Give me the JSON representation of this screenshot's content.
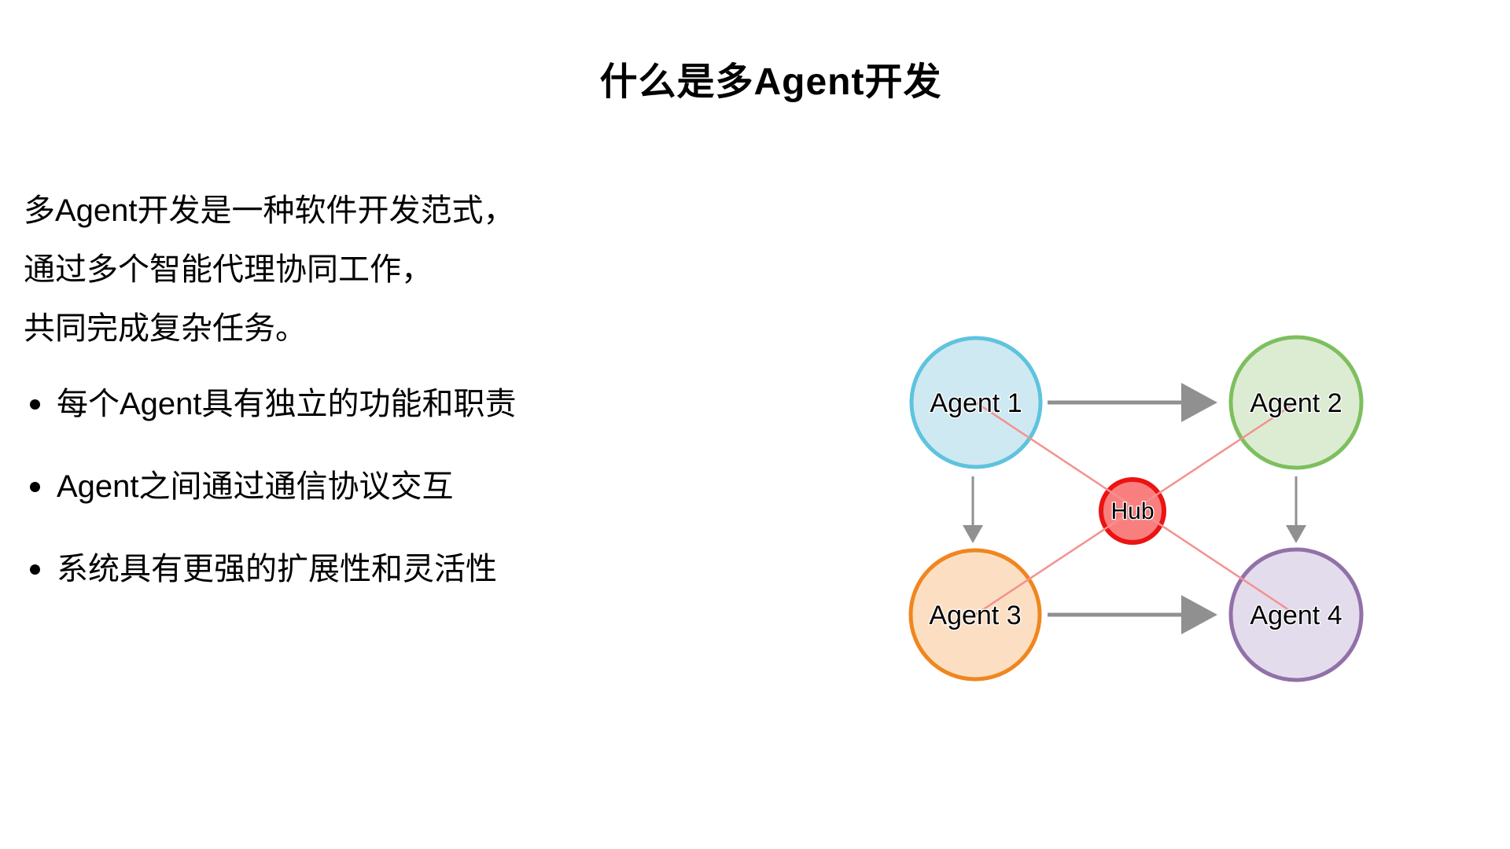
{
  "title": "什么是多Agent开发",
  "description": {
    "line1": "多Agent开发是一种软件开发范式，",
    "line2": "通过多个智能代理协同工作，",
    "line3": "共同完成复杂任务。"
  },
  "bullets": [
    "每个Agent具有独立的功能和职责",
    "Agent之间通过通信协议交互",
    "系统具有更强的扩展性和灵活性"
  ],
  "diagram": {
    "nodes": [
      {
        "id": "agent1",
        "label": "Agent 1",
        "fill": "#cfe9f2",
        "stroke": "#5fc3de"
      },
      {
        "id": "agent2",
        "label": "Agent 2",
        "fill": "#dcecd3",
        "stroke": "#7dbf5e"
      },
      {
        "id": "agent3",
        "label": "Agent 3",
        "fill": "#fcdfc2",
        "stroke": "#f0861f"
      },
      {
        "id": "agent4",
        "label": "Agent 4",
        "fill": "#e3dcec",
        "stroke": "#9171a8"
      },
      {
        "id": "hub",
        "label": "Hub",
        "fill": "#f97f7f",
        "stroke": "#eb1313"
      }
    ],
    "arrow_color": "#909090",
    "link_color": "#f59190",
    "text_color": "#000000"
  }
}
